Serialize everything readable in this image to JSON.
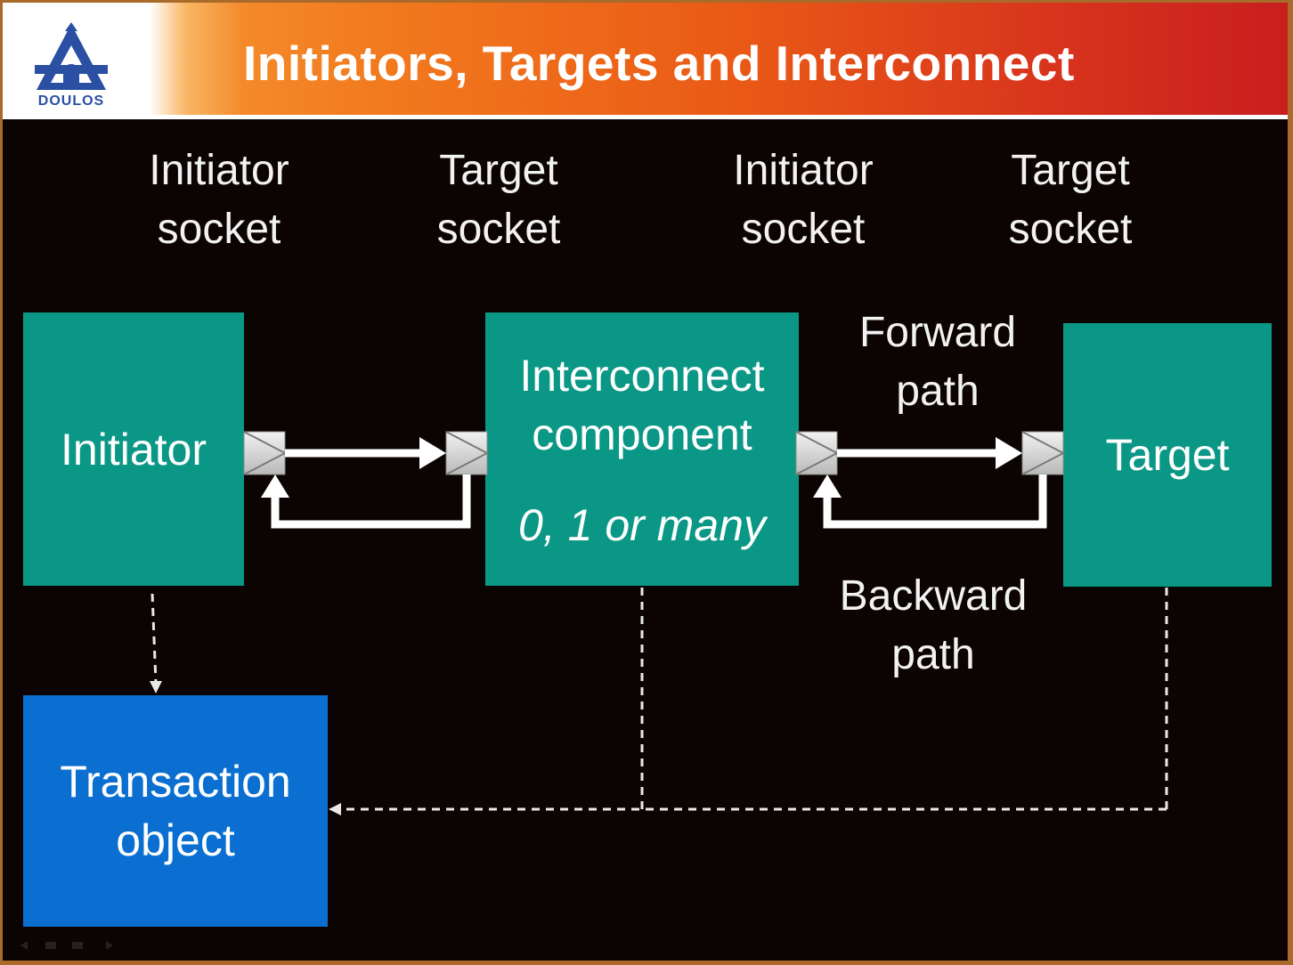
{
  "header": {
    "title": "Initiators, Targets and Interconnect",
    "logo_text": "DOULOS"
  },
  "socket_labels": [
    {
      "line1": "Initiator",
      "line2": "socket"
    },
    {
      "line1": "Target",
      "line2": "socket"
    },
    {
      "line1": "Initiator",
      "line2": "socket"
    },
    {
      "line1": "Target",
      "line2": "socket"
    }
  ],
  "boxes": {
    "initiator": "Initiator",
    "interconnect": {
      "line1": "Interconnect",
      "line2": "component",
      "note": "0, 1 or many"
    },
    "target": "Target",
    "transaction": {
      "line1": "Transaction",
      "line2": "object"
    }
  },
  "paths": {
    "forward": {
      "line1": "Forward",
      "line2": "path"
    },
    "backward": {
      "line1": "Backward",
      "line2": "path"
    }
  },
  "colors": {
    "background": "#0c0303",
    "header_gradient_start": "#f48a2a",
    "header_gradient_end": "#c81e1e",
    "component_box": "#0b9786",
    "transaction_box": "#0a6fd0",
    "logo_blue": "#2a4fa3"
  }
}
